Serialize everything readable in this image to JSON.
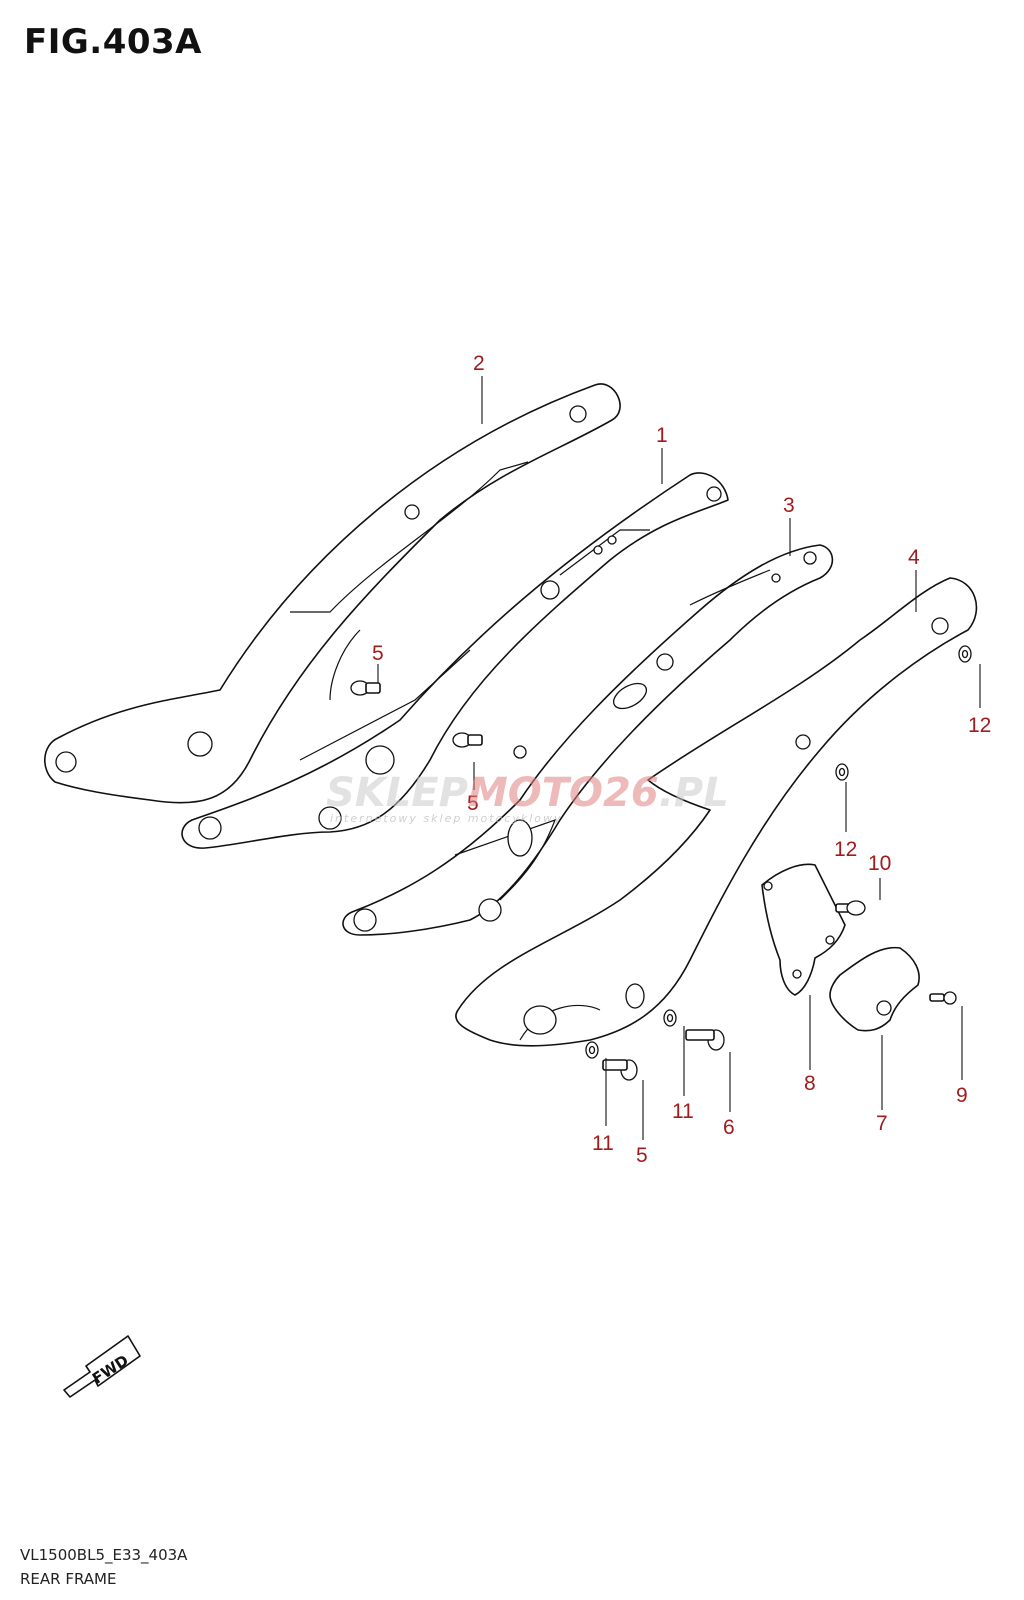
{
  "figure": {
    "title": "FIG.403A",
    "code": "VL1500BL5_E33_403A",
    "name": "REAR FRAME"
  },
  "watermark": {
    "part1": "SKLEP",
    "part2": "MOTO",
    "part3": "26",
    "part4": ".PL",
    "tagline": "internetowy sklep motocyklowy"
  },
  "fwd_label": "FWD",
  "callouts": [
    {
      "id": "c1",
      "label": "1"
    },
    {
      "id": "c2",
      "label": "2"
    },
    {
      "id": "c3",
      "label": "3"
    },
    {
      "id": "c4",
      "label": "4"
    },
    {
      "id": "c5a",
      "label": "5"
    },
    {
      "id": "c5b",
      "label": "5"
    },
    {
      "id": "c5c",
      "label": "5"
    },
    {
      "id": "c6",
      "label": "6"
    },
    {
      "id": "c7",
      "label": "7"
    },
    {
      "id": "c8",
      "label": "8"
    },
    {
      "id": "c9",
      "label": "9"
    },
    {
      "id": "c10",
      "label": "10"
    },
    {
      "id": "c11a",
      "label": "11"
    },
    {
      "id": "c11b",
      "label": "11"
    },
    {
      "id": "c12a",
      "label": "12"
    },
    {
      "id": "c12b",
      "label": "12"
    }
  ],
  "colors": {
    "callout": "#a11c1c",
    "line": "#111111"
  }
}
